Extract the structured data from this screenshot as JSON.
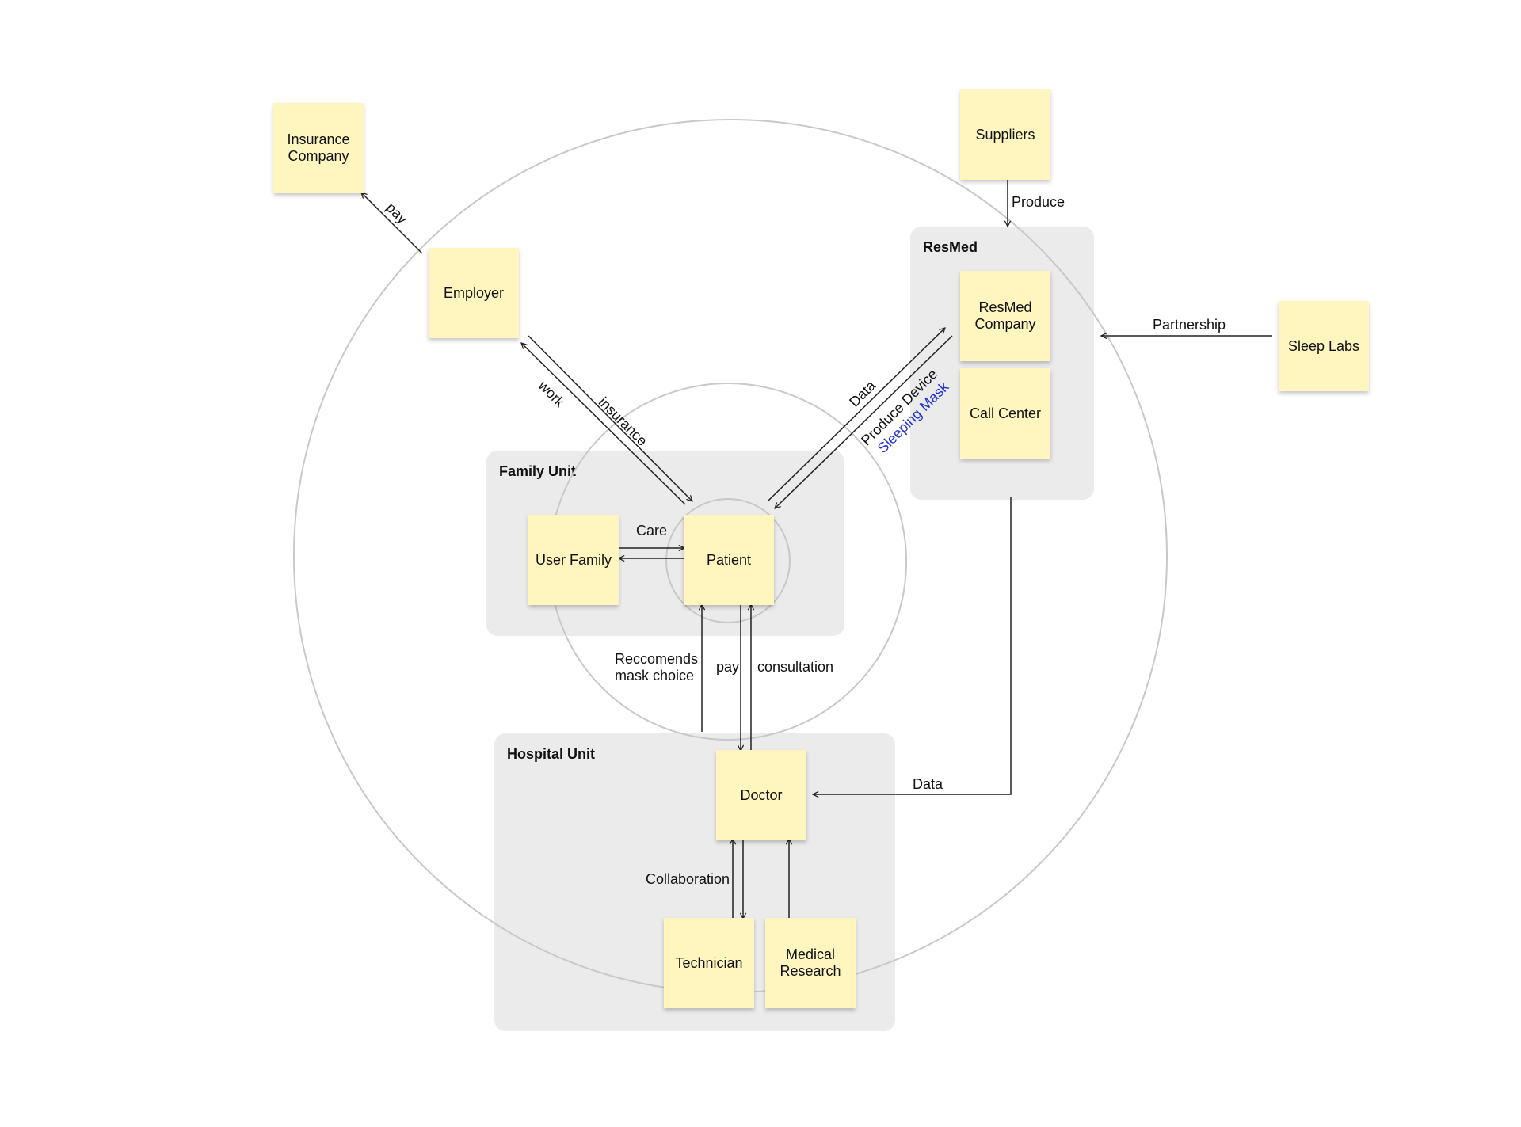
{
  "groups": {
    "family_unit": "Family Unit",
    "resmed": "ResMed",
    "hospital_unit": "Hospital Unit"
  },
  "notes": {
    "insurance_company": "Insurance\nCompany",
    "employer": "Employer",
    "suppliers": "Suppliers",
    "resmed_company": "ResMed\nCompany",
    "call_center": "Call Center",
    "sleep_labs": "Sleep Labs",
    "user_family": "User Family",
    "patient": "Patient",
    "doctor": "Doctor",
    "technician": "Technician",
    "medical_research": "Medical\nResearch"
  },
  "labels": {
    "pay_insurance": "pay",
    "work": "work",
    "insurance": "insurance",
    "produce": "Produce",
    "partnership": "Partnership",
    "data_resmed": "Data",
    "produce_device": "Produce Device",
    "sleeping_mask": "Sleeping Mask",
    "care": "Care",
    "recommends": "Reccomends\nmask choice",
    "pay_doctor": "pay",
    "consultation": "consultation",
    "data_doctor": "Data",
    "collaboration": "Collaboration"
  },
  "colors": {
    "note_fill": "#fff6bf",
    "group_fill": "#ebebeb",
    "circle_stroke": "#c8c8c8",
    "line": "#222222",
    "highlight_text": "#1f2fd6"
  }
}
